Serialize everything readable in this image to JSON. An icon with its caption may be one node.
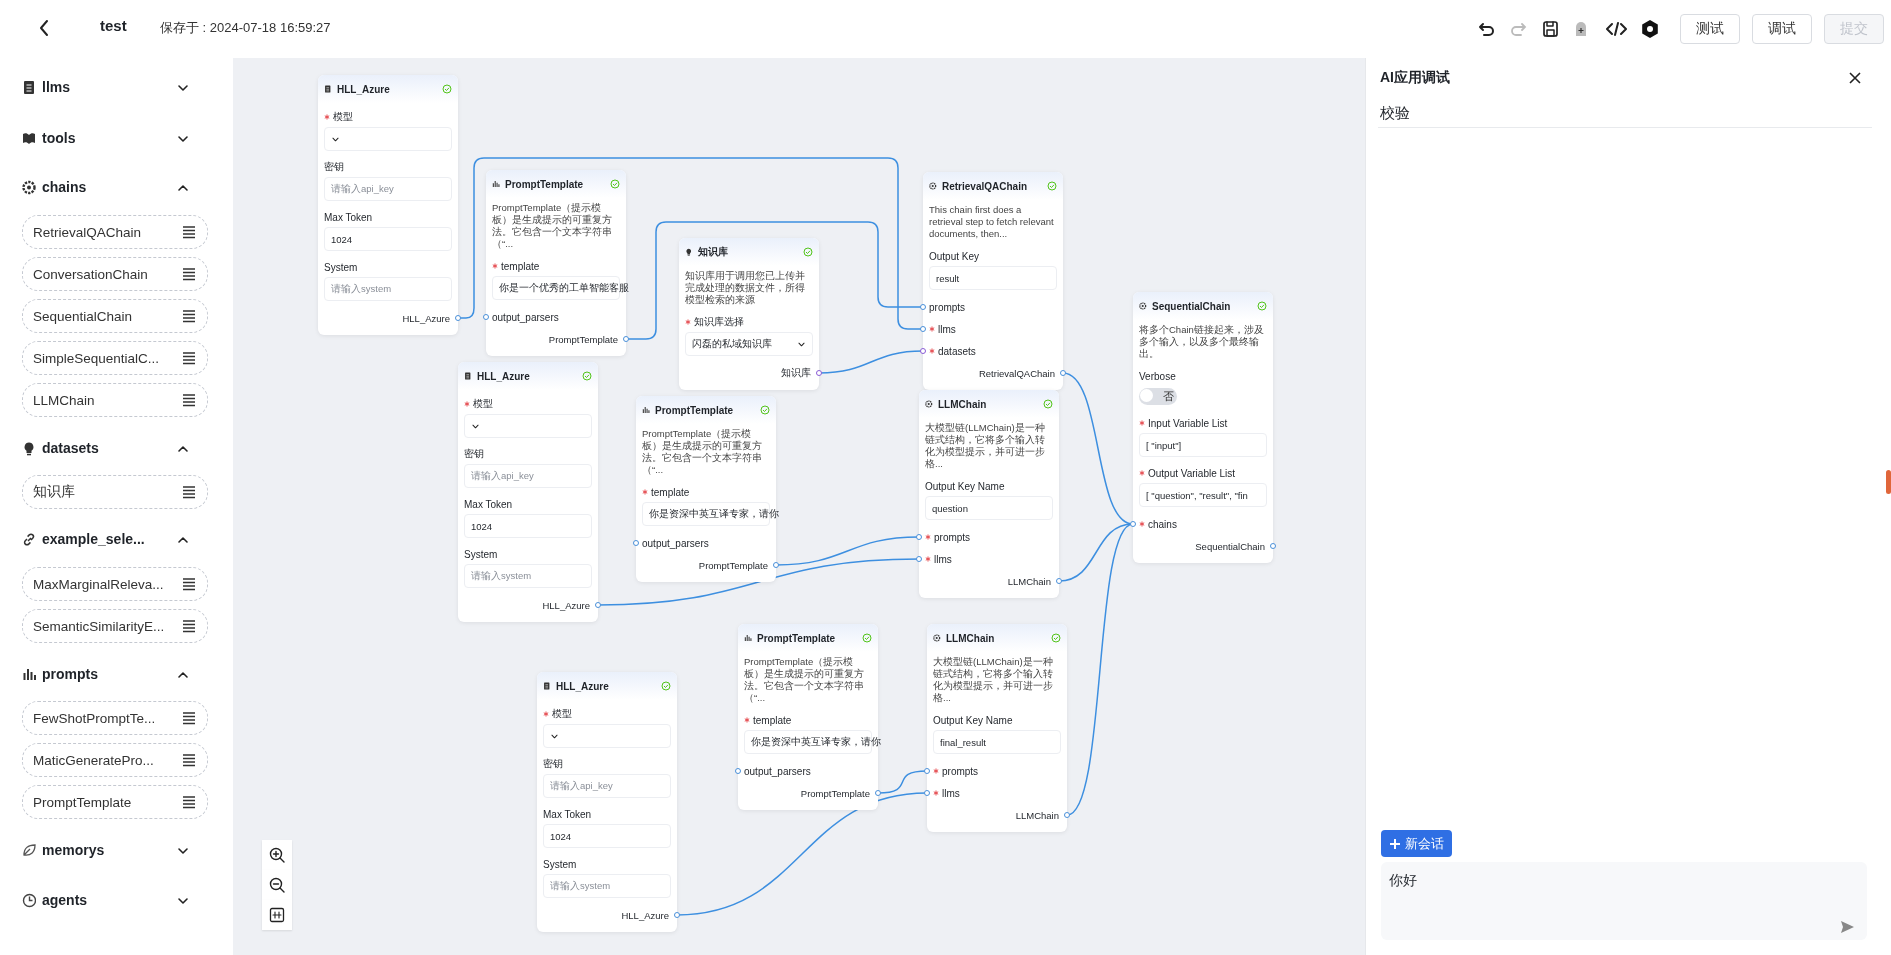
{
  "diagram": {
    "nodes": [
      {
        "text": [
          "HLL_Azure",
          "模型",
          "密钥",
          "请输入api_key",
          "Max Token",
          "1024",
          "System",
          "请输入system",
          "HLL_Azure"
        ]
      },
      {
        "text": [
          "PromptTemplate",
          "PromptTemplate（提示模板）是生成提示的可重复方法。它包含一个文本字符串（“...",
          "template",
          "你是一个优秀的工单智能客服",
          "output_parsers",
          "PromptTemplate"
        ]
      },
      {
        "text": [
          "知识库",
          "知识库用于调用您已上传并完成处理的数据文件，所得模型检索的来源",
          "知识库选择",
          "闪磊的私域知识库",
          "知识库"
        ]
      },
      {
        "text": [
          "RetrievalQAChain",
          "This chain first does a retrieval step to fetch relevant documents, then...",
          "Output Key",
          "result",
          "prompts",
          "llms",
          "datasets",
          "RetrievalQAChain"
        ]
      },
      {
        "text": [
          "SequentialChain",
          "将多个Chain链接起来，涉及多个输入，以及多个最终输出。",
          "Verbose",
          "否",
          "Input Variable List",
          "[ \"input\"]",
          "Output Variable List",
          "[ \"question\", \"result\", \"fin",
          "chains",
          "SequentialChain"
        ]
      },
      {
        "text": [
          "HLL_Azure",
          "模型",
          "密钥",
          "请输入api_key",
          "Max Token",
          "1024",
          "System",
          "请输入system",
          "HLL_Azure"
        ]
      },
      {
        "text": [
          "PromptTemplate",
          "PromptTemplate（提示模板）是生成提示的可重复方法。它包含一个文本字符串（“...",
          "template",
          "你是资深中英互译专家，请你",
          "output_parsers",
          "PromptTemplate"
        ]
      },
      {
        "text": [
          "LLMChain",
          "大模型链(LLMChain)是一种链式结构，它将多个输入转化为模型提示，并可进一步格...",
          "Output Key Name",
          "question",
          "prompts",
          "llms",
          "LLMChain"
        ]
      },
      {
        "text": [
          "PromptTemplate",
          "PromptTemplate（提示模板）是生成提示的可重复方法。它包含一个文本字符串（“...",
          "template",
          "你是资深中英互译专家，请你",
          "output_parsers",
          "PromptTemplate"
        ]
      },
      {
        "text": [
          "LLMChain",
          "大模型链(LLMChain)是一种链式结构，它将多个输入转化为模型提示，并可进一步格...",
          "Output Key Name",
          "final_result",
          "prompts",
          "llms",
          "LLMChain"
        ]
      },
      {
        "text": [
          "HLL_Azure",
          "模型",
          "密钥",
          "请输入api_key",
          "Max Token",
          "1024",
          "System",
          "请输入system",
          "HLL_Azure"
        ]
      }
    ],
    "edges": [
      {
        "from": 1,
        "to": 3,
        "arrow": "none"
      },
      {
        "from": 0,
        "to": 3,
        "arrow": "none"
      },
      {
        "from": 2,
        "to": 3,
        "arrow": "none"
      },
      {
        "from": 3,
        "to": 4,
        "arrow": "none"
      },
      {
        "from": 6,
        "to": 7,
        "arrow": "none"
      },
      {
        "from": 5,
        "to": 7,
        "arrow": "none"
      },
      {
        "from": 7,
        "to": 4,
        "arrow": "none"
      },
      {
        "from": 8,
        "to": 9,
        "arrow": "none"
      },
      {
        "from": 10,
        "to": 9,
        "arrow": "none"
      },
      {
        "from": 9,
        "to": 4,
        "arrow": "none"
      }
    ],
    "labels": [
      "test",
      "保存于 : 2024-07-18 16:59:27",
      "测试",
      "调试",
      "提交",
      "llms",
      "tools",
      "chains",
      "RetrievalQAChain",
      "ConversationChain",
      "SequentialChain",
      "SimpleSequentialC...",
      "LLMChain",
      "datasets",
      "知识库",
      "example_sele...",
      "MaxMarginalReleva...",
      "SemanticSimilarityE...",
      "prompts",
      "FewShotPromptTe...",
      "MaticGeneratePro...",
      "PromptTemplate",
      "memorys",
      "agents",
      "AI应用调试",
      "校验",
      "新会话",
      "你好"
    ]
  }
}
